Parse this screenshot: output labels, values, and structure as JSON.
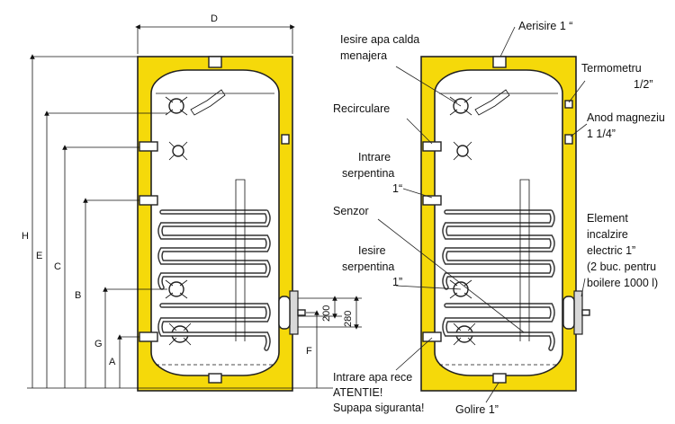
{
  "left_diagram": {
    "width_label": "D",
    "height_labels": {
      "H": "H",
      "E": "E",
      "C": "C",
      "B": "B",
      "G": "G",
      "A": "A",
      "F": "F"
    },
    "port_offsets": {
      "upper": "200",
      "lower": "280"
    }
  },
  "right_diagram": {
    "labels": {
      "aerisire": "Aerisire 1 “",
      "iesire_apa_calda_1": "Iesire apa calda",
      "iesire_apa_calda_2": "menajera",
      "termometru_1": "Termometru",
      "termometru_2": "1/2”",
      "recirculare": "Recirculare",
      "anod_1": "Anod magneziu",
      "anod_2": "1 1/4”",
      "intrare_serpentina_1": "Intrare",
      "intrare_serpentina_2": "serpentina",
      "intrare_serpentina_3": "1“",
      "senzor": "Senzor",
      "element_1": "Element",
      "element_2": "incalzire",
      "element_3": "electric 1”",
      "element_4": "(2 buc. pentru",
      "element_5": "boilere 1000 l)",
      "iesire_serpentina_1": "Iesire",
      "iesire_serpentina_2": "serpentina",
      "iesire_serpentina_3": "1”",
      "intrare_apa_rece": "Intrare apa rece",
      "atentie": "ATENTIE!",
      "supapa": "Supapa siguranta!",
      "golire": "Golire 1”"
    }
  },
  "colors": {
    "insulation": "#f5d90a",
    "outline": "#222222"
  }
}
